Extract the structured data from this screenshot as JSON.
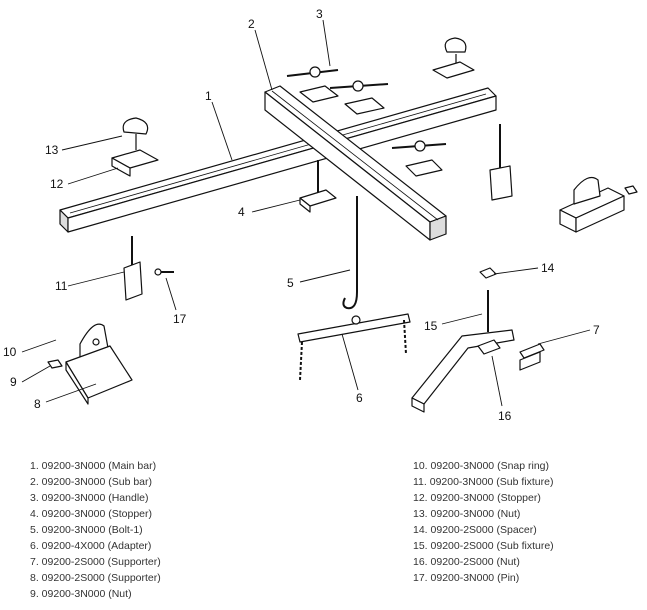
{
  "callouts": [
    "1",
    "2",
    "3",
    "4",
    "5",
    "6",
    "7",
    "8",
    "9",
    "10",
    "11",
    "12",
    "13",
    "14",
    "15",
    "16",
    "17"
  ],
  "parts_left": [
    "1. 09200-3N000 (Main bar)",
    "2. 09200-3N000 (Sub bar)",
    "3. 09200-3N000 (Handle)",
    "4. 09200-3N000 (Stopper)",
    "5. 09200-3N000 (Bolt-1)",
    "6. 09200-4X000 (Adapter)",
    "7. 09200-2S000 (Supporter)",
    "8. 09200-2S000 (Supporter)",
    "9. 09200-3N000 (Nut)"
  ],
  "parts_right": [
    "10. 09200-3N000 (Snap ring)",
    "11. 09200-3N000 (Sub fixture)",
    "12. 09200-3N000 (Stopper)",
    "13. 09200-3N000 (Nut)",
    "14. 09200-2S000 (Spacer)",
    "15. 09200-2S000 (Sub fixture)",
    "16. 09200-2S000 (Nut)",
    "17. 09200-3N000 (Pin)"
  ]
}
